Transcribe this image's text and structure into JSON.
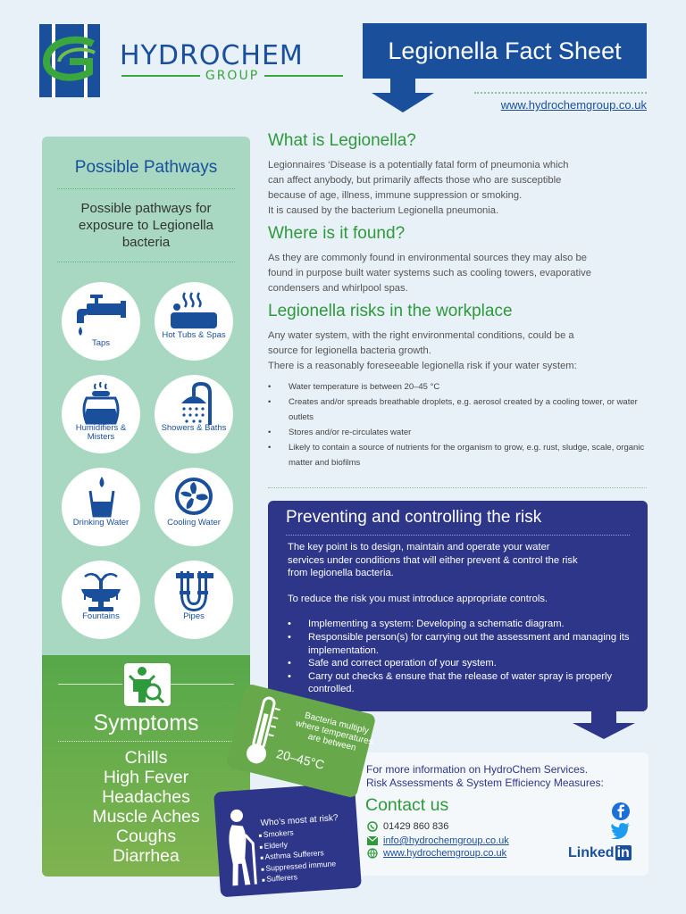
{
  "header": {
    "logo_name": "HYDROCHEM",
    "logo_group": "GROUP",
    "title": "Legionella Fact Sheet",
    "website": "www.hydrochemgroup.co.uk"
  },
  "pathways": {
    "title": "Possible Pathways",
    "subtitle": "Possible pathways for exposure to Legionella bacteria",
    "items": [
      {
        "label": "Taps",
        "icon": "tap-icon"
      },
      {
        "label": "Hot Tubs & Spas",
        "icon": "hot-tub-icon"
      },
      {
        "label": "Humidifiers & Misters",
        "icon": "humidifier-icon"
      },
      {
        "label": "Showers & Baths",
        "icon": "shower-icon"
      },
      {
        "label": "Drinking Water",
        "icon": "drinking-water-icon"
      },
      {
        "label": "Cooling Water",
        "icon": "cooling-fan-icon"
      },
      {
        "label": "Fountains",
        "icon": "fountain-icon"
      },
      {
        "label": "Pipes",
        "icon": "pipes-icon"
      }
    ]
  },
  "symptoms": {
    "title": "Symptoms",
    "items": [
      "Chills",
      "High Fever",
      "Headaches",
      "Muscle Aches",
      "Coughs",
      "Diarrhea"
    ]
  },
  "sections": {
    "what": {
      "heading": "What is Legionella?",
      "line1": "Legionnaires ‘Disease is a potentially fatal form of pneumonia which",
      "line2": "can affect anybody, but primarily affects those who are susceptible",
      "line3": "because of age, illness, immune suppression or smoking.",
      "line4": "It is caused by the bacterium Legionella pneumonia."
    },
    "where": {
      "heading": "Where is it found?",
      "line1": "As they are commonly found in environmental sources they may also be",
      "line2": "found in purpose built water systems such as cooling towers, evaporative",
      "line3": "condensers and whirlpool spas."
    },
    "risks": {
      "heading": "Legionella risks in the workplace",
      "line1": "Any water system, with the right environmental conditions, could be a",
      "line2": "source for legionella bacteria growth.",
      "line3": "There is a reasonably foreseeable legionella risk if your water system:",
      "bullets": [
        "Water temperature is between 20–45 °C",
        "Creates and/or spreads breathable droplets, e.g. aerosol created by a cooling tower, or water outlets",
        "Stores and/or re-circulates water",
        "Likely to contain a source of nutrients for the organism to grow, e.g. rust, sludge, scale, organic matter and biofilms"
      ]
    }
  },
  "prevent": {
    "title": "Preventing and controlling the risk",
    "line1": "The key point is to design, maintain and operate your water",
    "line2": "services under conditions that will either prevent & control the risk",
    "line3": "from legionella bacteria.",
    "line4": "To reduce the risk you must introduce appropriate controls.",
    "bullets": [
      "Implementing a system: Developing a schematic diagram.",
      "Responsible person(s) for carrying out the assessment and managing its implementation.",
      "Safe and correct operation of your system.",
      "Carry out checks & ensure that the release of water spray is properly controlled."
    ]
  },
  "cards": {
    "therm_text": "Bacteria multiply where temperatures are between",
    "therm_temp": "20–45°C",
    "risk_title": "Who’s most at risk?",
    "risk_items": [
      "Smokers",
      "Elderly",
      "Asthma Sufferers",
      "Suppressed immune",
      "Sufferers"
    ]
  },
  "contact": {
    "info_line1": "For more information on HydroChem Services.",
    "info_line2": "Risk Assessments & System Efficiency Measures:",
    "title": "Contact us",
    "phone": "01429 860 836",
    "email": "info@hydrochemgroup.co.uk",
    "website": "www.hydrochemgroup.co.uk",
    "linkedin_text": "Linked",
    "linkedin_in": "in"
  },
  "colors": {
    "brand_blue": "#1a4f9c",
    "brand_green": "#3aa63e",
    "navy": "#2d3689",
    "mint": "#a8d8c2"
  }
}
